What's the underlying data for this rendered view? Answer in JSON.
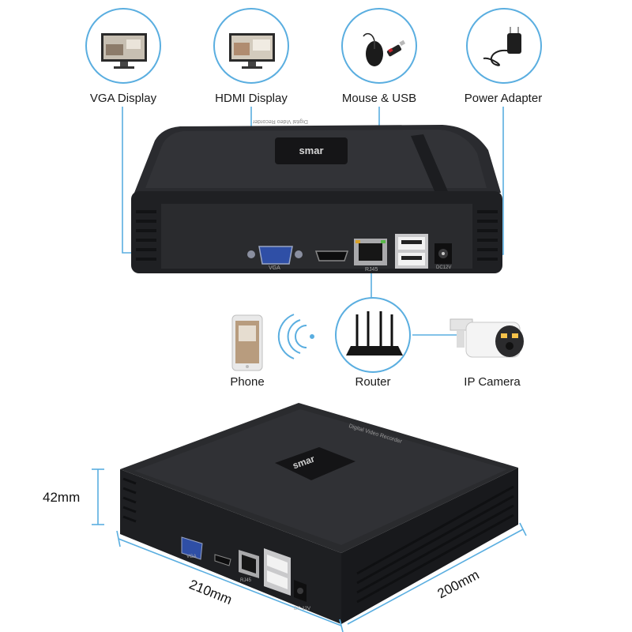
{
  "devices_top": {
    "vga": "VGA Display",
    "hdmi": "HDMI Display",
    "mouse": "Mouse & USB",
    "power": "Power Adapter"
  },
  "devices_mid": {
    "phone": "Phone",
    "router": "Router",
    "camera": "IP Camera"
  },
  "nvr_top": {
    "brand": "smar",
    "lid_text": "Digital Video Recorder",
    "port_vga": "VGA",
    "port_rj45": "RJ45",
    "port_dc": "DC12V"
  },
  "nvr_bottom": {
    "brand": "smar",
    "lid_text": "Digital Video Recorder",
    "port_vga": "VGA",
    "port_rj45": "RJ45",
    "port_dc": "DC 12V"
  },
  "dimensions": {
    "height": "42mm",
    "width": "210mm",
    "depth": "200mm"
  },
  "colors": {
    "accent": "#5aaee0",
    "device": "#1e1f22",
    "background": "#ffffff"
  }
}
